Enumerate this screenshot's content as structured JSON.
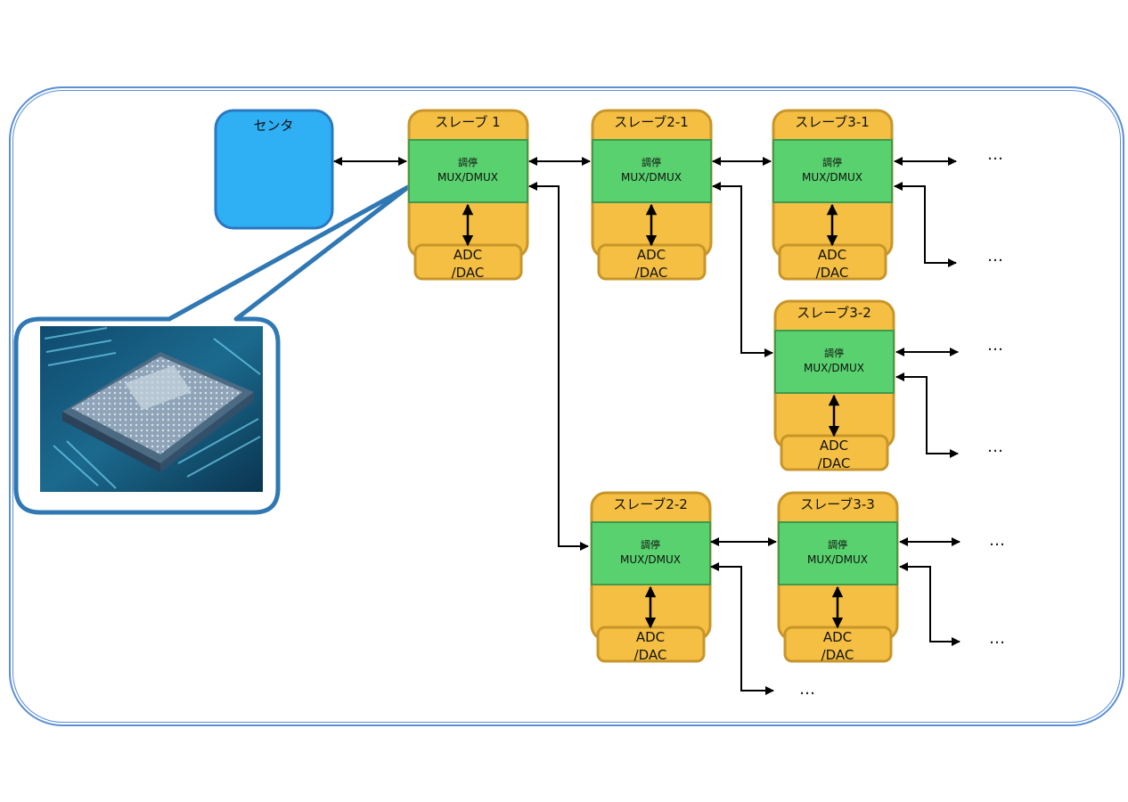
{
  "center": {
    "label": "センタ"
  },
  "slaves": [
    {
      "id": "s1",
      "title": "スレーブ 1",
      "mod": "調停",
      "mux": "MUX/DMUX",
      "adc1": "ADC",
      "adc2": "/DAC"
    },
    {
      "id": "s21",
      "title": "スレーブ2-1",
      "mod": "調停",
      "mux": "MUX/DMUX",
      "adc1": "ADC",
      "adc2": "/DAC"
    },
    {
      "id": "s31",
      "title": "スレーブ3-1",
      "mod": "調停",
      "mux": "MUX/DMUX",
      "adc1": "ADC",
      "adc2": "/DAC"
    },
    {
      "id": "s32",
      "title": "スレーブ3-2",
      "mod": "調停",
      "mux": "MUX/DMUX",
      "adc1": "ADC",
      "adc2": "/DAC"
    },
    {
      "id": "s22",
      "title": "スレーブ2-2",
      "mod": "調停",
      "mux": "MUX/DMUX",
      "adc1": "ADC",
      "adc2": "/DAC"
    },
    {
      "id": "s33",
      "title": "スレーブ3-3",
      "mod": "調停",
      "mux": "MUX/DMUX",
      "adc1": "ADC",
      "adc2": "/DAC"
    }
  ],
  "ellipsis": "…",
  "colors": {
    "center_fill": "#2fb0f5",
    "center_stroke": "#2a78c0",
    "slave_fill": "#f4bf42",
    "slave_stroke": "#c8952a",
    "module_fill": "#58d16e",
    "module_stroke": "#3f9a4e",
    "frame": "#5b8fd6",
    "callout": "#2f78b4"
  },
  "callout": {
    "picture": "chip-photo"
  }
}
